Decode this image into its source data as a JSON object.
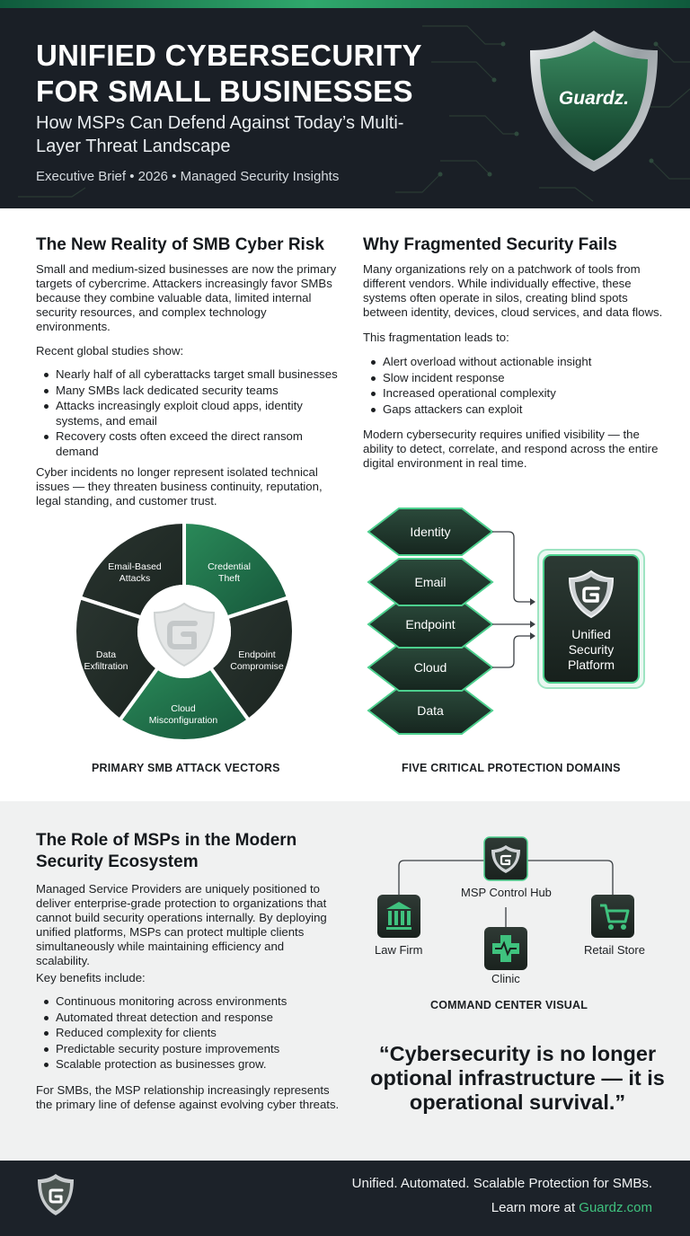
{
  "header": {
    "title": "UNIFIED CYBERSECURITY FOR SMALL BUSINESSES",
    "subtitle": "How MSPs Can Defend Against Today’s Multi-Layer Threat Landscape",
    "meta": "Executive Brief • 2026 • Managed Security Insights",
    "logo_text": "Guardz."
  },
  "risk": {
    "heading": "The New Reality of SMB Cyber Risk",
    "intro": "Small and medium-sized businesses are now the primary targets of cybercrime. Attackers increasingly favor SMBs because they combine valuable data, limited internal security resources, and complex technology environments.",
    "studies_lead": "Recent global studies show:",
    "bullets": [
      "Nearly half of all cyberattacks target small businesses",
      "Many SMBs lack dedicated security teams",
      "Attacks increasingly exploit cloud apps, identity systems, and email",
      "Recovery costs often exceed the direct ransom demand"
    ],
    "closing": "Cyber incidents no longer represent isolated technical issues — they threaten business continuity, reputation, legal standing, and customer trust."
  },
  "fragmented": {
    "heading": "Why Fragmented Security Fails",
    "intro": "Many organizations rely on a patchwork of tools from different vendors. While individually effective, these systems often operate in silos, creating blind spots between identity, devices, cloud services, and data flows.",
    "lead": "This fragmentation leads to:",
    "bullets": [
      "Alert overload without actionable insight",
      "Slow incident response",
      "Increased operational complexity",
      "Gaps attackers can exploit"
    ],
    "closing": "Modern cybersecurity requires unified visibility — the ability to detect, correlate, and respond across the entire digital environment in real time."
  },
  "vectors": {
    "caption": "PRIMARY SMB ATTACK VECTORS",
    "segments": [
      {
        "line1": "Email-Based",
        "line2": "Attacks"
      },
      {
        "line1": "Credential",
        "line2": "Theft"
      },
      {
        "line1": "Endpoint",
        "line2": "Compromise"
      },
      {
        "line1": "Cloud",
        "line2": "Misconfiguration"
      },
      {
        "line1": "Data",
        "line2": "Exfiltration"
      }
    ]
  },
  "domains": {
    "caption": "FIVE CRITICAL PROTECTION DOMAINS",
    "layers": [
      "Identity",
      "Email",
      "Endpoint",
      "Cloud",
      "Data"
    ],
    "platform": {
      "line1": "Unified",
      "line2": "Security",
      "line3": "Platform"
    }
  },
  "msp": {
    "heading": "The Role of MSPs in the Modern Security Ecosystem",
    "intro": "Managed Service Providers are uniquely positioned to deliver enterprise-grade protection to organizations that cannot build security operations internally. By deploying unified platforms, MSPs can protect multiple clients simultaneously while maintaining efficiency and scalability.",
    "lead": "Key benefits include:",
    "bullets": [
      "Continuous monitoring across environments",
      "Automated threat detection and response",
      "Reduced complexity for clients",
      "Predictable security posture improvements",
      "Scalable protection as businesses grow."
    ],
    "closing": "For SMBs, the MSP relationship increasingly represents the primary line of defense against evolving cyber threats."
  },
  "hub": {
    "center": "MSP Control Hub",
    "clients": [
      "Law Firm",
      "Clinic",
      "Retail Store"
    ],
    "caption": "COMMAND CENTER VISUAL"
  },
  "quote": "“Cybersecurity is no longer optional infrastructure — it is operational survival.”",
  "footer": {
    "tagline": "Unified. Automated. Scalable Protection for SMBs.",
    "learn_prefix": "Learn more at ",
    "link": "Guardz.com"
  },
  "colors": {
    "brand_green": "#2fa86c",
    "dark": "#1a1f26",
    "segment_dark": "#243029",
    "segment_green": "#1f6e47"
  }
}
